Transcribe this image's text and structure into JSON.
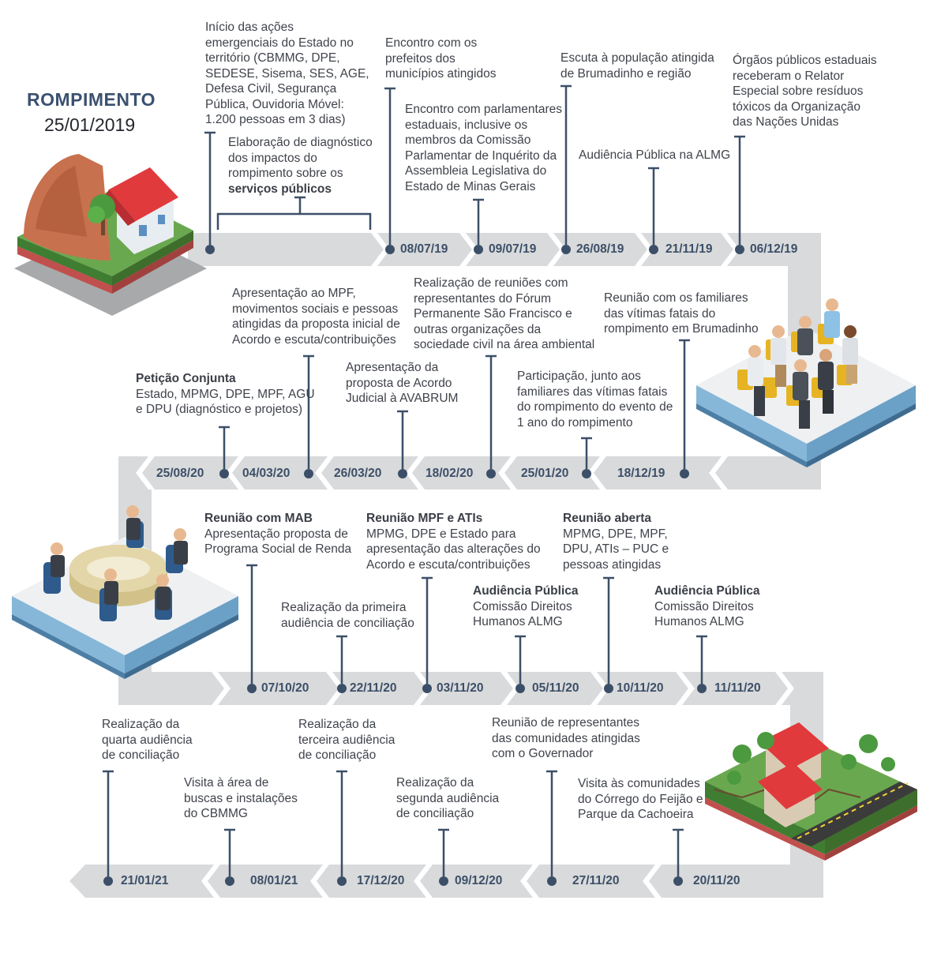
{
  "header": {
    "title": "ROMPIMENTO",
    "date": "25/01/2019"
  },
  "colors": {
    "band": "#d9dadb",
    "connector": "#3c4f68",
    "date_text": "#3c4f68",
    "title": "#3b5170",
    "body_text": "#3f434b"
  },
  "illustrations": [
    "landslide-house-icon",
    "audience-meeting-icon",
    "conference-table-icon",
    "houses-cracked-road-icon"
  ],
  "rows": [
    {
      "direction": "right",
      "events": [
        {
          "date": "",
          "bold": "",
          "text": "Início das ações\nemergenciais do Estado no\nterritório (CBMMG, DPE,\nSEDESE, Sisema, SES, AGE,\nDefesa Civil, Segurança\nPública, Ouvidoria Móvel:\n1.200 pessoas em 3 dias)"
        },
        {
          "date": "",
          "bold": "",
          "text": "Elaboração de diagnóstico\ndos impactos do\nrompimento sobre os",
          "text_bold_tail": "serviços públicos"
        },
        {
          "date": "08/07/19",
          "bold": "",
          "text": "Encontro com os\nprefeitos dos\nmunicípios atingidos"
        },
        {
          "date": "09/07/19",
          "bold": "",
          "text": "Encontro com parlamentares\nestaduais, inclusive os\nmembros da Comissão\nParlamentar de Inquérito da\nAssembleia Legislativa do\nEstado de Minas Gerais"
        },
        {
          "date": "26/08/19",
          "bold": "",
          "text": "Escuta à população atingida\nde Brumadinho e região"
        },
        {
          "date": "21/11/19",
          "bold": "",
          "text": "Audiência Pública na ALMG"
        },
        {
          "date": "06/12/19",
          "bold": "",
          "text": "Órgãos públicos estaduais\nreceberam o Relator\nEspecial sobre resíduos\ntóxicos da Organização\ndas Nações Unidas"
        }
      ]
    },
    {
      "direction": "left",
      "events": [
        {
          "date": "25/08/20",
          "bold": "Petição Conjunta",
          "text": "Estado, MPMG, DPE, MPF, AGU\ne DPU (diagnóstico e projetos)"
        },
        {
          "date": "04/03/20",
          "bold": "",
          "text": "Apresentação ao MPF,\nmovimentos sociais e pessoas\natingidas da proposta inicial de\nAcordo e escuta/contribuições"
        },
        {
          "date": "26/03/20",
          "bold": "",
          "text": "Apresentação da\nproposta de Acordo\nJudicial à AVABRUM"
        },
        {
          "date": "18/02/20",
          "bold": "",
          "text": "Realização de reuniões com\nrepresentantes do Fórum\nPermanente São Francisco e\noutras organizações da\nsociedade civil na área ambiental"
        },
        {
          "date": "25/01/20",
          "bold": "",
          "text": "Participação, junto aos\nfamiliares das vítimas fatais\ndo rompimento do evento de\n1 ano do rompimento"
        },
        {
          "date": "18/12/19",
          "bold": "",
          "text": "Reunião com os familiares\ndas vítimas fatais do\nrompimento em Brumadinho"
        }
      ]
    },
    {
      "direction": "right",
      "events": [
        {
          "date": "07/10/20",
          "bold": "Reunião com MAB",
          "text": "Apresentação proposta de\nPrograma Social de Renda"
        },
        {
          "date": "22/11/20",
          "bold": "",
          "text": "Realização da primeira\naudiência de conciliação"
        },
        {
          "date": "03/11/20",
          "bold": "Reunião MPF e ATIs",
          "text": "MPMG, DPE e Estado para\napresentação das alterações do\nAcordo e escuta/contribuições"
        },
        {
          "date": "05/11/20",
          "bold": "Audiência Pública",
          "text": "Comissão Direitos\nHumanos ALMG"
        },
        {
          "date": "10/11/20",
          "bold": "Reunião aberta",
          "text": "MPMG, DPE, MPF,\nDPU, ATIs – PUC e\npessoas atingidas"
        },
        {
          "date": "11/11/20",
          "bold": "Audiência Pública",
          "text": "Comissão Direitos\nHumanos ALMG"
        }
      ]
    },
    {
      "direction": "left",
      "events": [
        {
          "date": "21/01/21",
          "bold": "",
          "text": "Realização da\nquarta audiência\nde conciliação"
        },
        {
          "date": "08/01/21",
          "bold": "",
          "text": "Visita à área de\nbuscas e instalações\ndo CBMMG"
        },
        {
          "date": "17/12/20",
          "bold": "",
          "text": "Realização da\nterceira audiência\nde conciliação"
        },
        {
          "date": "09/12/20",
          "bold": "",
          "text": "Realização da\nsegunda audiência\nde conciliação"
        },
        {
          "date": "27/11/20",
          "bold": "",
          "text": "Reunião de representantes\ndas comunidades atingidas\ncom o Governador"
        },
        {
          "date": "20/11/20",
          "bold": "",
          "text": "Visita às comunidades\ndo Córrego do Feijão e\nParque da Cachoeira"
        }
      ]
    }
  ]
}
